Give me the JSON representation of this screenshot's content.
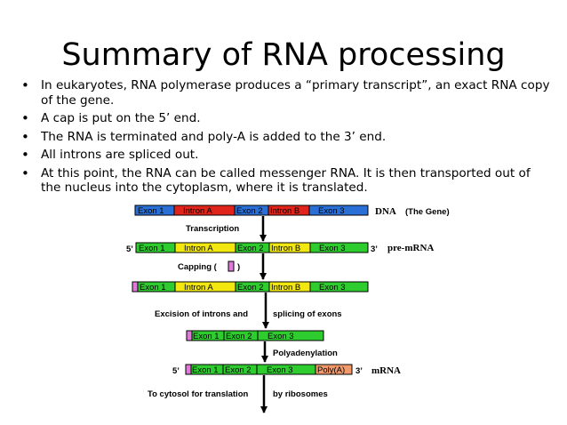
{
  "slide": {
    "title": "Summary of RNA processing",
    "bullets": [
      "In eukaryotes, RNA polymerase produces a “primary transcript”, an exact RNA copy of the gene.",
      "A cap is put on the 5’ end.",
      "The RNA is terminated and poly-A is added to the 3’ end.",
      "All introns are spliced out.",
      "At this point, the RNA can be called messenger RNA.  It is then transported out of the nucleus into the cytoplasm, where it is translated."
    ]
  },
  "diagram": {
    "segments": {
      "exon1": "Exon 1",
      "intronA": "Intron A",
      "exon2": "Exon 2",
      "intronB": "Intron B",
      "exon3": "Exon 3",
      "polyA": "Poly(A)"
    },
    "labels": {
      "dna_bold": "DNA",
      "dna_rest": "(The Gene)",
      "premrna": "pre-mRNA",
      "mrna": "mRNA",
      "five_prime": "5’",
      "three_prime": "3’"
    },
    "steps": {
      "transcription": "Transcription",
      "capping_text": "Capping (",
      "capping_close": ")",
      "excision_left": "Excision of introns and",
      "excision_right": "splicing of exons",
      "polyadenylation": "Polyadenylation",
      "cytosol_left": "To cytosol for translation",
      "cytosol_right": "by ribosomes"
    },
    "colors": {
      "dna_exon": "#2a6fd6",
      "dna_intron": "#e0241b",
      "exon": "#2ecc2e",
      "intron": "#f2e80f",
      "cap": "#e07ad8",
      "polyA": "#f29a6b"
    }
  }
}
